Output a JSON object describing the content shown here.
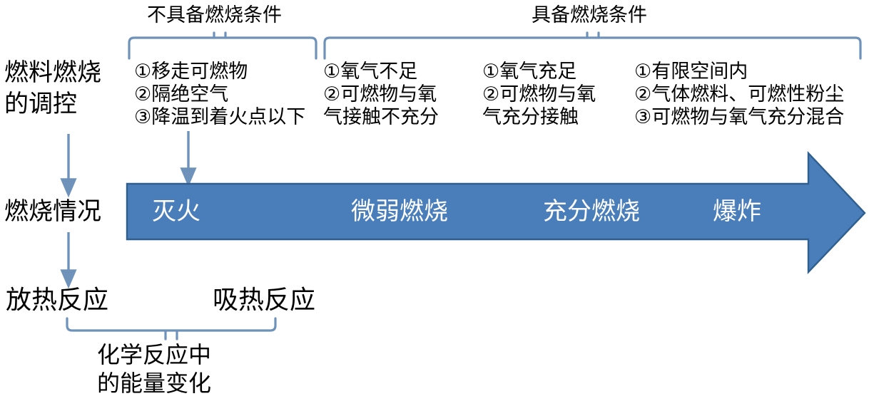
{
  "diagram": {
    "title_rows": [
      {
        "id": "row-1",
        "label": "燃料燃烧\n的调控"
      },
      {
        "id": "row-2",
        "label": "燃烧情况"
      }
    ],
    "group_headings": [
      {
        "id": "group-no-conditions",
        "label": "不具备燃烧条件"
      },
      {
        "id": "group-has-conditions",
        "label": "具备燃烧条件"
      }
    ],
    "condition_columns": [
      {
        "id": "col-extinguish",
        "text": "①移走可燃物\n②隔绝空气\n③降温到着火点以下"
      },
      {
        "id": "col-weak",
        "text": "①氧气不足\n②可燃物与氧\n气接触不充分"
      },
      {
        "id": "col-full",
        "text": "①氧气充足\n②可燃物与氧\n气充分接触"
      },
      {
        "id": "col-explosion",
        "text": "①有限空间内\n②气体燃料、可燃性粉尘\n③可燃物与氧气充分混合"
      }
    ],
    "banner": {
      "fill_color": "#4a7ebb",
      "stroke_color": "#2e5f8f",
      "stages": [
        {
          "id": "stage-extinguish",
          "label": "灭火"
        },
        {
          "id": "stage-weak-burning",
          "label": "微弱燃烧"
        },
        {
          "id": "stage-full-burning",
          "label": "充分燃烧"
        },
        {
          "id": "stage-explosion",
          "label": "爆炸"
        }
      ]
    },
    "reactions": [
      {
        "id": "reaction-exothermic",
        "label": "放热反应"
      },
      {
        "id": "reaction-endothermic",
        "label": "吸热反应"
      }
    ],
    "bottom_caption": "化学反应中\n的能量变化",
    "connector_color": "#6f92ba"
  }
}
